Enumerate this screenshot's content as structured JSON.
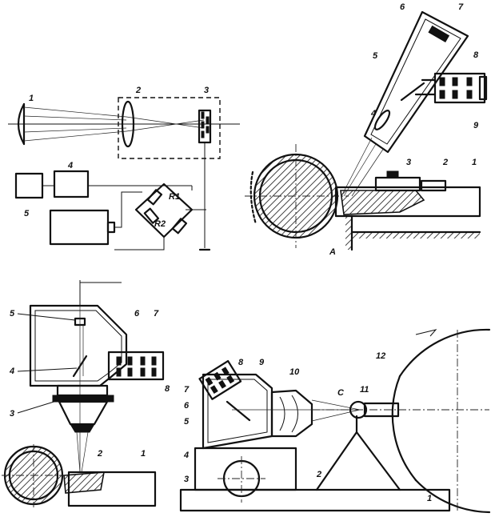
{
  "colors": {
    "ink": "#111111",
    "paper": "#ffffff"
  },
  "fig_a": {
    "labels": {
      "l1": "1",
      "l2": "2",
      "l3": "3",
      "l4": "4",
      "l5": "5",
      "r1": "R1",
      "r2": "R2"
    }
  },
  "fig_b": {
    "labels": {
      "l1": "1",
      "l2": "2",
      "l3": "3",
      "l4": "4",
      "l5": "5",
      "l6": "6",
      "l7": "7",
      "l8": "8",
      "l9": "9",
      "lA": "A"
    }
  },
  "fig_c": {
    "labels": {
      "l1": "1",
      "l2": "2",
      "l3": "3",
      "l4": "4",
      "l5": "5",
      "l6": "6",
      "l7": "7",
      "l8": "8"
    }
  },
  "fig_d": {
    "labels": {
      "l1": "1",
      "l2": "2",
      "l3": "3",
      "l4": "4",
      "l5": "5",
      "l6": "6",
      "l7": "7",
      "l8": "8",
      "l9": "9",
      "l10": "10",
      "l11": "11",
      "l12": "12",
      "lC": "C"
    }
  }
}
